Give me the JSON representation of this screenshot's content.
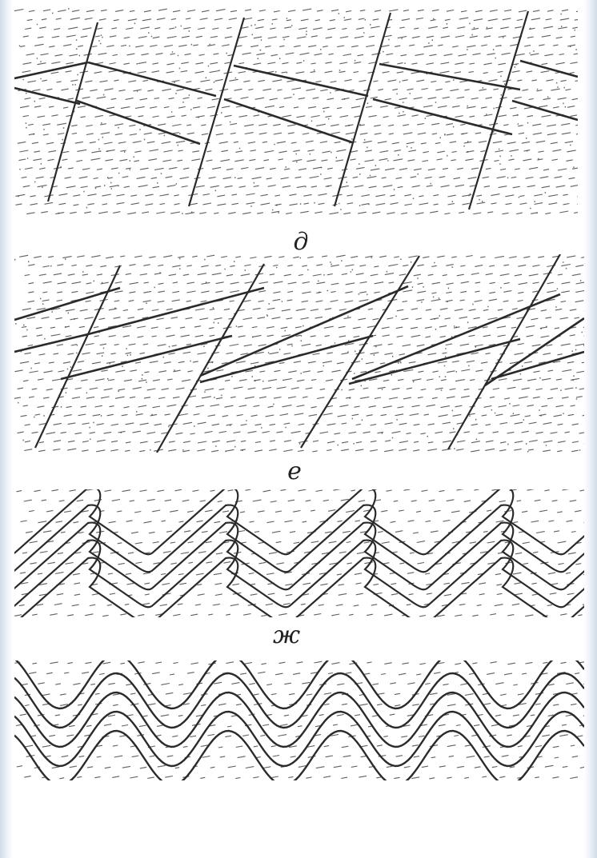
{
  "figure": {
    "panels": [
      {
        "id": "g",
        "label": "",
        "structure": "stepped-faults-dipping-beds"
      },
      {
        "id": "d",
        "label": "д",
        "structure": "step-faults-steep-beds"
      },
      {
        "id": "e",
        "label": "е",
        "structure": "zigzag-folds"
      },
      {
        "id": "zh",
        "label": "ж",
        "structure": "sinusoidal-folds"
      }
    ]
  },
  "colors": {
    "ink": "#2a2a2a",
    "paper": "#ffffff",
    "margin": "#dfe8f1"
  }
}
